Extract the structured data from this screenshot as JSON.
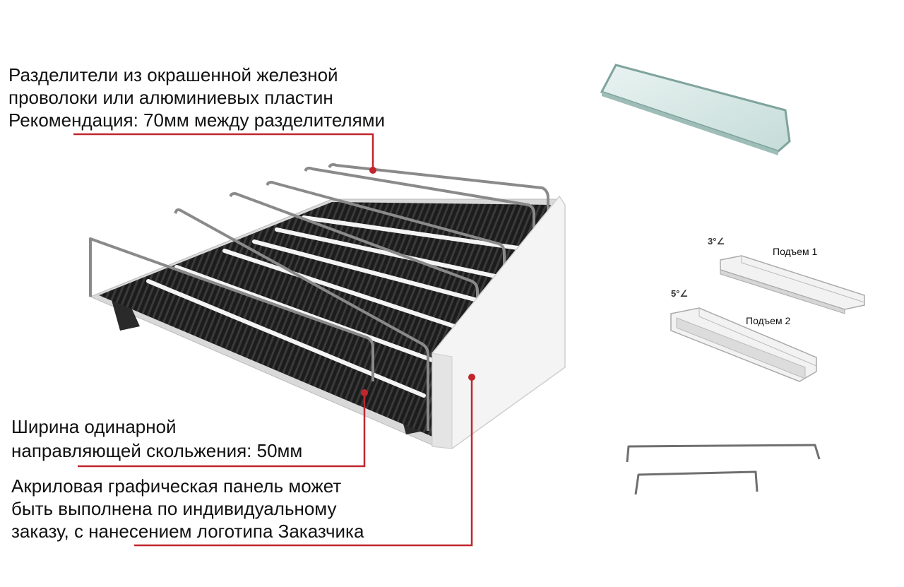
{
  "callouts": {
    "dividers": {
      "line1": "Разделители из окрашенной железной",
      "line2": "проволоки или алюминиевых пластин",
      "line3": "Рекомендация: 70мм между разделителями"
    },
    "width": {
      "line1": "Ширина одинарной",
      "line2": "направляющей скольжения: 50мм"
    },
    "panel": {
      "line1": "Акриловая графическая панель может",
      "line2": "быть выполнена по индивидуальному",
      "line3": "заказу, с нанесением логотипа Заказчика"
    }
  },
  "parts": {
    "lift1": {
      "label": "Подъем 1",
      "angle": "3°∠"
    },
    "lift2": {
      "label": "Подъем 2",
      "angle": "5°∠"
    }
  },
  "colors": {
    "callout_line": "#c0262d",
    "rail_dark": "#1e1e1e",
    "wire": "#8a8a8a",
    "front_panel": "#f2f2f2",
    "glass": "#cfe3e0"
  }
}
